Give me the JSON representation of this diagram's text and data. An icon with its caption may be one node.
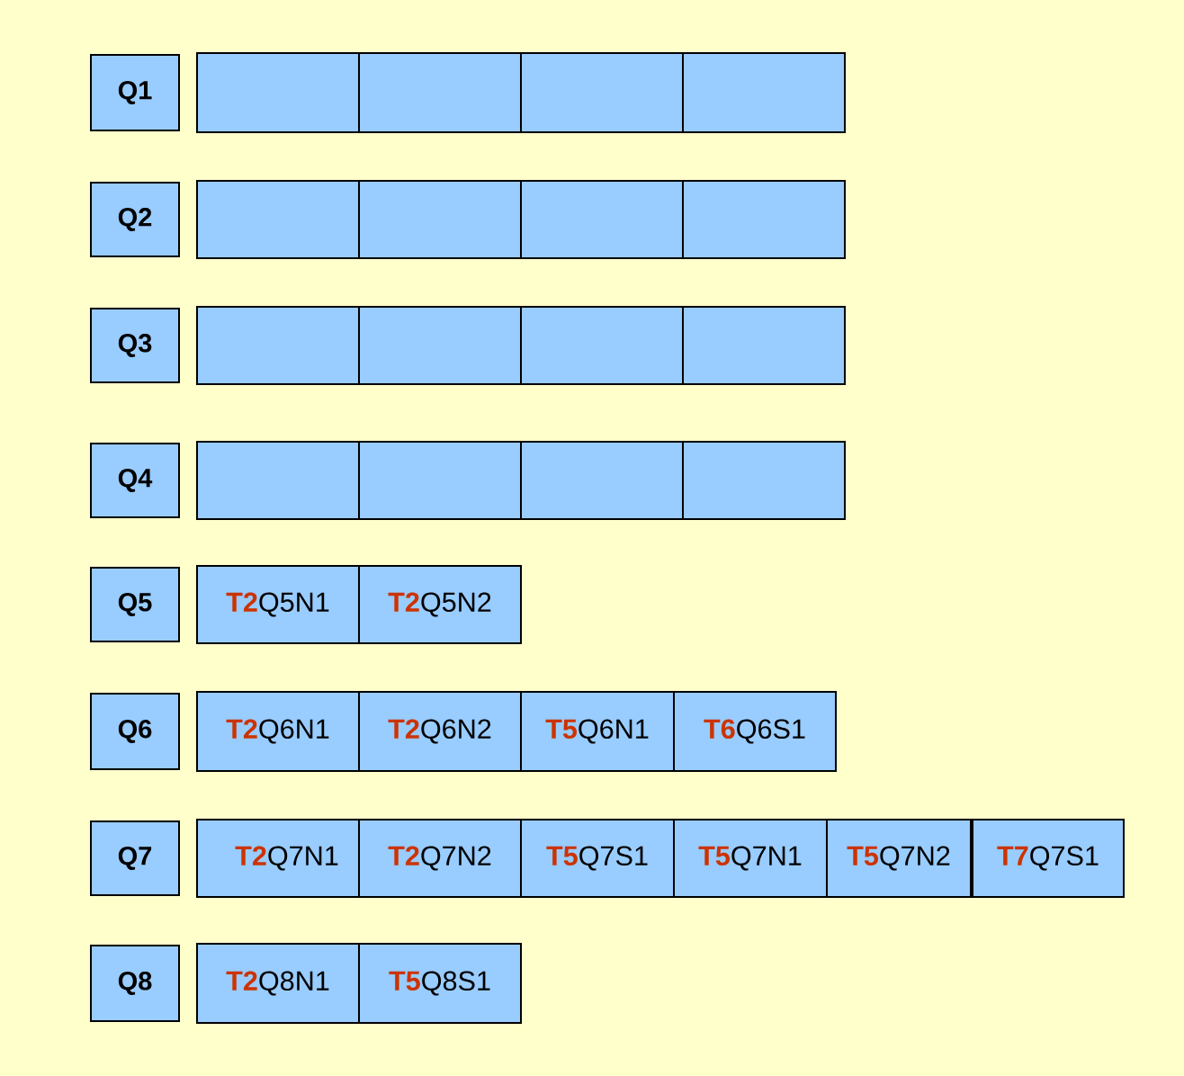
{
  "diagram": {
    "nodes": [
      {
        "text": [
          "Q1"
        ]
      },
      {
        "text": [],
        "shape": "box"
      },
      {
        "text": [],
        "shape": "box"
      },
      {
        "text": [],
        "shape": "box"
      },
      {
        "text": [],
        "shape": "box"
      },
      {
        "text": [
          "Q2"
        ]
      },
      {
        "text": [],
        "shape": "box"
      },
      {
        "text": [],
        "shape": "box"
      },
      {
        "text": [],
        "shape": "box"
      },
      {
        "text": [],
        "shape": "box"
      },
      {
        "text": [
          "Q3"
        ]
      },
      {
        "text": [],
        "shape": "box"
      },
      {
        "text": [],
        "shape": "box"
      },
      {
        "text": [],
        "shape": "box"
      },
      {
        "text": [],
        "shape": "box"
      },
      {
        "text": [
          "Q4"
        ]
      },
      {
        "text": [],
        "shape": "box"
      },
      {
        "text": [],
        "shape": "box"
      },
      {
        "text": [],
        "shape": "box"
      },
      {
        "text": [],
        "shape": "box"
      },
      {
        "text": [
          "Q5"
        ]
      },
      {
        "text": [
          "**T2**Q5N1"
        ]
      },
      {
        "text": [
          "**T2**Q5N2"
        ]
      },
      {
        "text": [
          "Q6"
        ]
      },
      {
        "text": [
          "**T2**Q6N1"
        ]
      },
      {
        "text": [
          "**T2**Q6N2"
        ]
      },
      {
        "text": [
          "**T5**Q6N1"
        ]
      },
      {
        "text": [
          "**T6**Q6S1"
        ]
      },
      {
        "text": [
          "Q7"
        ]
      },
      {
        "text": [
          "**T2**Q7N1"
        ]
      },
      {
        "text": [
          "**T2**Q7N2"
        ]
      },
      {
        "text": [
          "**T5**Q7S1"
        ]
      },
      {
        "text": [
          "**T5**Q7N1"
        ]
      },
      {
        "text": [
          "**T5**Q7N2"
        ]
      },
      {
        "text": [
          "**T7**Q7S1"
        ]
      },
      {
        "text": [
          "Q8"
        ]
      },
      {
        "text": [
          "**T2**Q8N1"
        ]
      },
      {
        "text": [
          "**T5**Q8S1"
        ]
      }
    ]
  }
}
